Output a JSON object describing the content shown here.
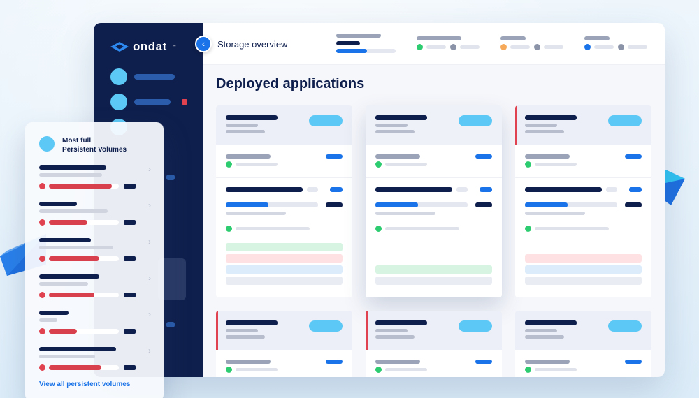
{
  "brand": {
    "name": "ondat",
    "trademark": "™"
  },
  "header": {
    "breadcrumb": "Storage overview",
    "back_icon": "chevron-left-icon"
  },
  "main": {
    "title": "Deployed applications"
  },
  "panel": {
    "title_line1": "Most full",
    "title_line2": "Persistent Volumes",
    "link": "View all persistent volumes",
    "rows": [
      {
        "fill": 0.9
      },
      {
        "fill": 0.55
      },
      {
        "fill": 0.72
      },
      {
        "fill": 0.65
      },
      {
        "fill": 0.4
      },
      {
        "fill": 0.75
      }
    ]
  },
  "colors": {
    "accent": "#1a73e8",
    "navy": "#0f1f4d",
    "sky": "#5cc8f5",
    "danger": "#e0434f",
    "ok": "#2ecc71",
    "warn": "#f5a959"
  }
}
